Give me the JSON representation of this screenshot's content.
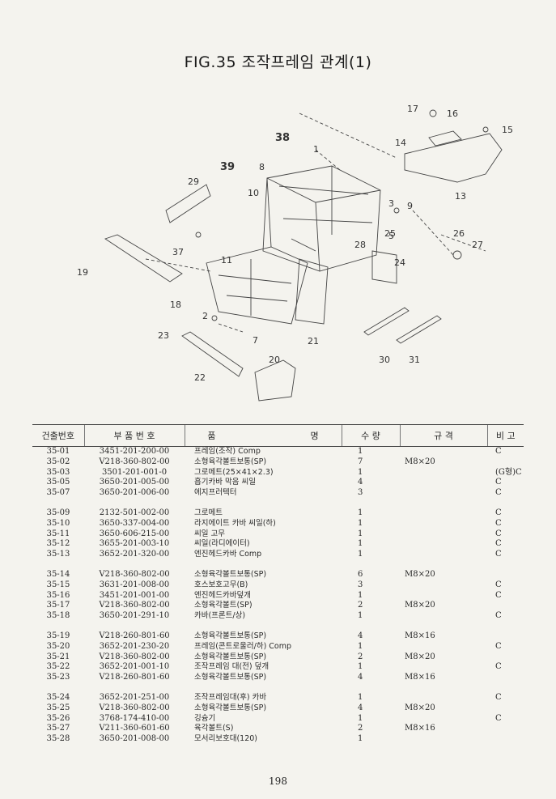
{
  "title": "FIG.35 조작프레임 관계(1)",
  "callouts": {
    "c1": "1",
    "c2": "2",
    "c3": "3",
    "c5": "5",
    "c7": "7",
    "c8": "8",
    "c9": "9",
    "c10": "10",
    "c11": "11",
    "c13": "13",
    "c14": "14",
    "c15": "15",
    "c16": "16",
    "c17": "17",
    "c18": "18",
    "c19": "19",
    "c20": "20",
    "c21": "21",
    "c22": "22",
    "c23": "23",
    "c24": "24",
    "c25": "25",
    "c26": "26",
    "c27": "27",
    "c28": "28",
    "c29": "29",
    "c30": "30",
    "c31": "31",
    "c37": "37",
    "c38": "38",
    "c39": "39"
  },
  "table": {
    "headers": {
      "code": "건출번호",
      "part_no": "부 품 번 호",
      "name_a": "품",
      "name_b": "명",
      "qty": "수 량",
      "spec": "규 격",
      "remark": "비 고"
    },
    "rows": [
      {
        "code": "35-01",
        "part_no": "3451-201-200-00",
        "name": "프레임(조작) Comp",
        "qty": "1",
        "spec": "",
        "remark": "C"
      },
      {
        "code": "35-02",
        "part_no": "V218-360-802-00",
        "name": "소형육각볼트보통(SP)",
        "qty": "7",
        "spec": "M8×20",
        "remark": ""
      },
      {
        "code": "35-03",
        "part_no": "3501-201-001-0",
        "name": "그로메트(25×41×2.3)",
        "qty": "1",
        "spec": "",
        "remark": "(G형)C"
      },
      {
        "code": "35-05",
        "part_no": "3650-201-005-00",
        "name": "흡기카바 막음 씨일",
        "qty": "4",
        "spec": "",
        "remark": "C"
      },
      {
        "code": "35-07",
        "part_no": "3650-201-006-00",
        "name": "에지프러텍터",
        "qty": "3",
        "spec": "",
        "remark": "C"
      },
      {
        "gap": true
      },
      {
        "code": "35-09",
        "part_no": "2132-501-002-00",
        "name": "그로메트",
        "qty": "1",
        "spec": "",
        "remark": "C"
      },
      {
        "code": "35-10",
        "part_no": "3650-337-004-00",
        "name": "라지에이트 카바 씨일(하)",
        "qty": "1",
        "spec": "",
        "remark": "C"
      },
      {
        "code": "35-11",
        "part_no": "3650-606-215-00",
        "name": "씨일 고무",
        "qty": "1",
        "spec": "",
        "remark": "C"
      },
      {
        "code": "35-12",
        "part_no": "3655-201-003-10",
        "name": "씨일(라디에이터)",
        "qty": "1",
        "spec": "",
        "remark": "C"
      },
      {
        "code": "35-13",
        "part_no": "3652-201-320-00",
        "name": "엔진헤드카바 Comp",
        "qty": "1",
        "spec": "",
        "remark": "C"
      },
      {
        "gap": true
      },
      {
        "code": "35-14",
        "part_no": "V218-360-802-00",
        "name": "소형육각볼트보통(SP)",
        "qty": "6",
        "spec": "M8×20",
        "remark": ""
      },
      {
        "code": "35-15",
        "part_no": "3631-201-008-00",
        "name": "호스보호고무(B)",
        "qty": "3",
        "spec": "",
        "remark": "C"
      },
      {
        "code": "35-16",
        "part_no": "3451-201-001-00",
        "name": "엔진헤드카바덮개",
        "qty": "1",
        "spec": "",
        "remark": "C"
      },
      {
        "code": "35-17",
        "part_no": "V218-360-802-00",
        "name": "소형육각볼트(SP)",
        "qty": "2",
        "spec": "M8×20",
        "remark": ""
      },
      {
        "code": "35-18",
        "part_no": "3650-201-291-10",
        "name": "카바(프론트/상)",
        "qty": "1",
        "spec": "",
        "remark": "C"
      },
      {
        "gap": true
      },
      {
        "code": "35-19",
        "part_no": "V218-260-801-60",
        "name": "소형육각볼트보통(SP)",
        "qty": "4",
        "spec": "M8×16",
        "remark": ""
      },
      {
        "code": "35-20",
        "part_no": "3652-201-230-20",
        "name": "프레임(콘트로울러/하) Comp",
        "qty": "1",
        "spec": "",
        "remark": "C"
      },
      {
        "code": "35-21",
        "part_no": "V218-360-802-00",
        "name": "소형육각볼트보통(SP)",
        "qty": "2",
        "spec": "M8×20",
        "remark": ""
      },
      {
        "code": "35-22",
        "part_no": "3652-201-001-10",
        "name": "조작프레임 대(전) 덮개",
        "qty": "1",
        "spec": "",
        "remark": "C"
      },
      {
        "code": "35-23",
        "part_no": "V218-260-801-60",
        "name": "소형육각볼트보통(SP)",
        "qty": "4",
        "spec": "M8×16",
        "remark": ""
      },
      {
        "gap": true
      },
      {
        "code": "35-24",
        "part_no": "3652-201-251-00",
        "name": "조작프레임대(후) 카바",
        "qty": "1",
        "spec": "",
        "remark": "C"
      },
      {
        "code": "35-25",
        "part_no": "V218-360-802-00",
        "name": "소형육각볼트보통(SP)",
        "qty": "4",
        "spec": "M8×20",
        "remark": ""
      },
      {
        "code": "35-26",
        "part_no": "3768-174-410-00",
        "name": "깅슝기",
        "qty": "1",
        "spec": "",
        "remark": "C"
      },
      {
        "code": "35-27",
        "part_no": "V211-360-601-60",
        "name": "육각볼트(S)",
        "qty": "2",
        "spec": "M8×16",
        "remark": ""
      },
      {
        "code": "35-28",
        "part_no": "3650-201-008-00",
        "name": "모서리보호대(120)",
        "qty": "1",
        "spec": "",
        "remark": ""
      }
    ]
  },
  "page_number": "198"
}
